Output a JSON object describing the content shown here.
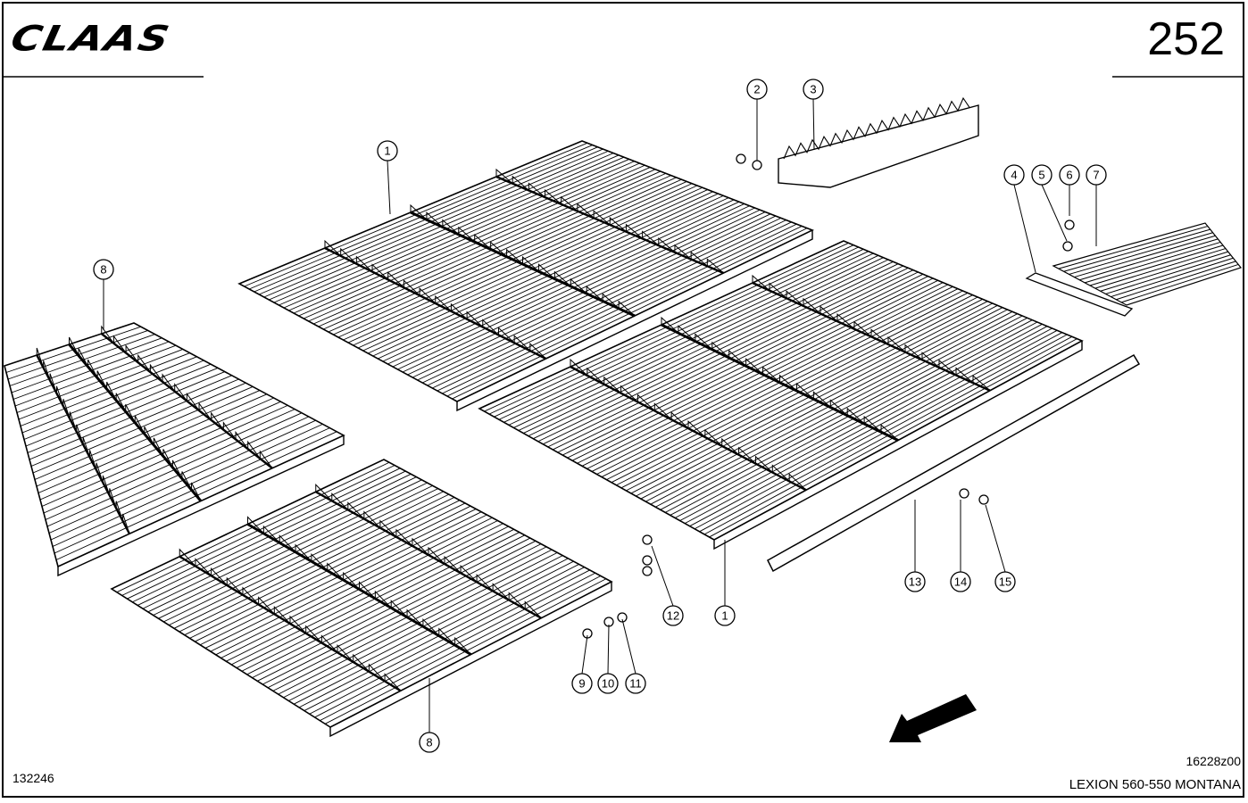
{
  "header": {
    "brand": "CLAAS",
    "page_number": "252"
  },
  "footer": {
    "left_code": "132246",
    "drawing_number": "16228z00",
    "model": "LEXION 560-550 MONTANA"
  },
  "callouts": [
    "1",
    "2",
    "3",
    "4",
    "5",
    "6",
    "7",
    "8",
    "8",
    "9",
    "10",
    "11",
    "12",
    "1",
    "13",
    "14",
    "15"
  ],
  "icons": {
    "direction": "arrow-down-left-icon"
  }
}
